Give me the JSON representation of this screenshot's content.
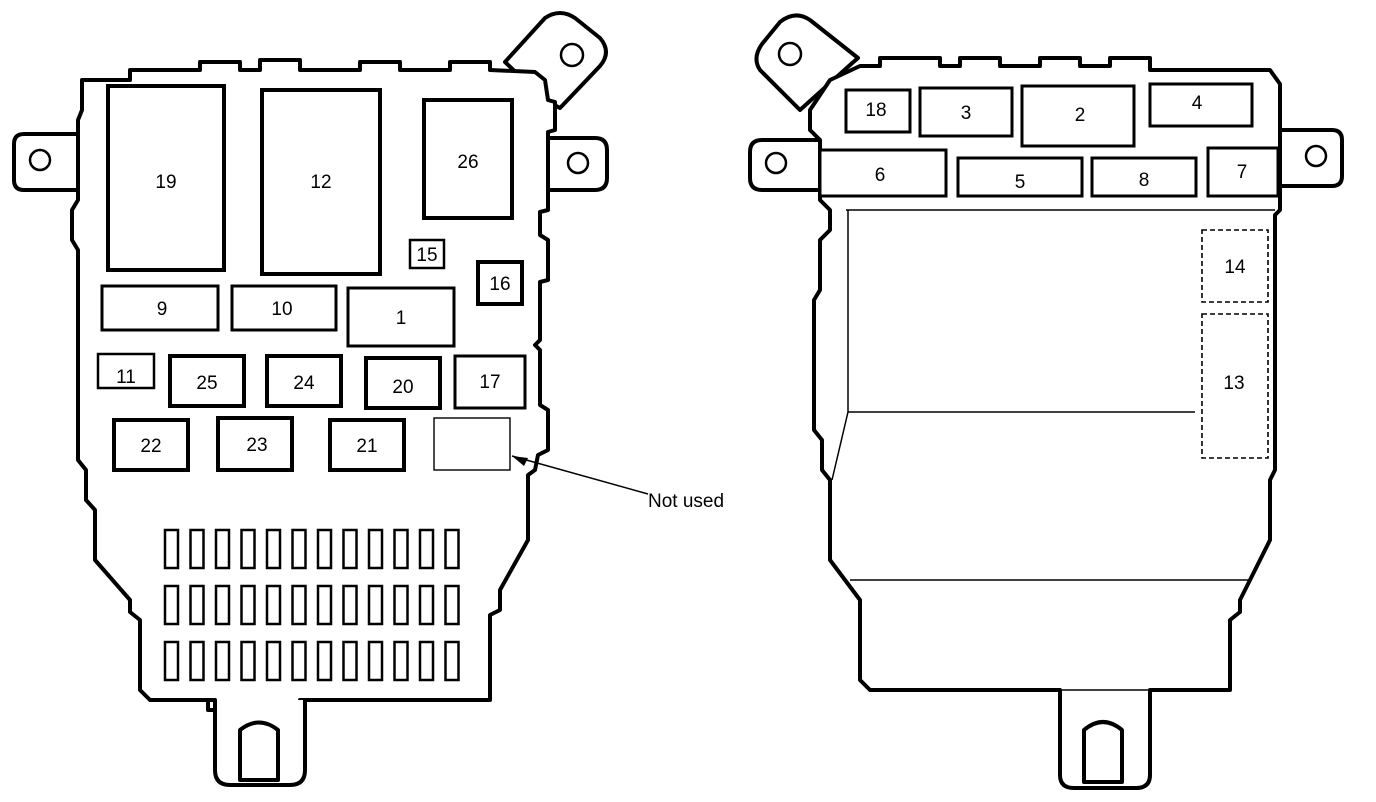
{
  "diagram": {
    "labels": {
      "l19": "19",
      "l12": "12",
      "l26": "26",
      "l15": "15",
      "l16": "16",
      "l9": "9",
      "l10": "10",
      "l1": "1",
      "l11": "11",
      "l25": "25",
      "l24": "24",
      "l20": "20",
      "l17": "17",
      "l22": "22",
      "l23": "23",
      "l21": "21",
      "r18": "18",
      "r3": "3",
      "r2": "2",
      "r4": "4",
      "r6": "6",
      "r5": "5",
      "r8": "8",
      "r7": "7",
      "r14": "14",
      "r13": "13"
    },
    "callout": "Not used"
  }
}
